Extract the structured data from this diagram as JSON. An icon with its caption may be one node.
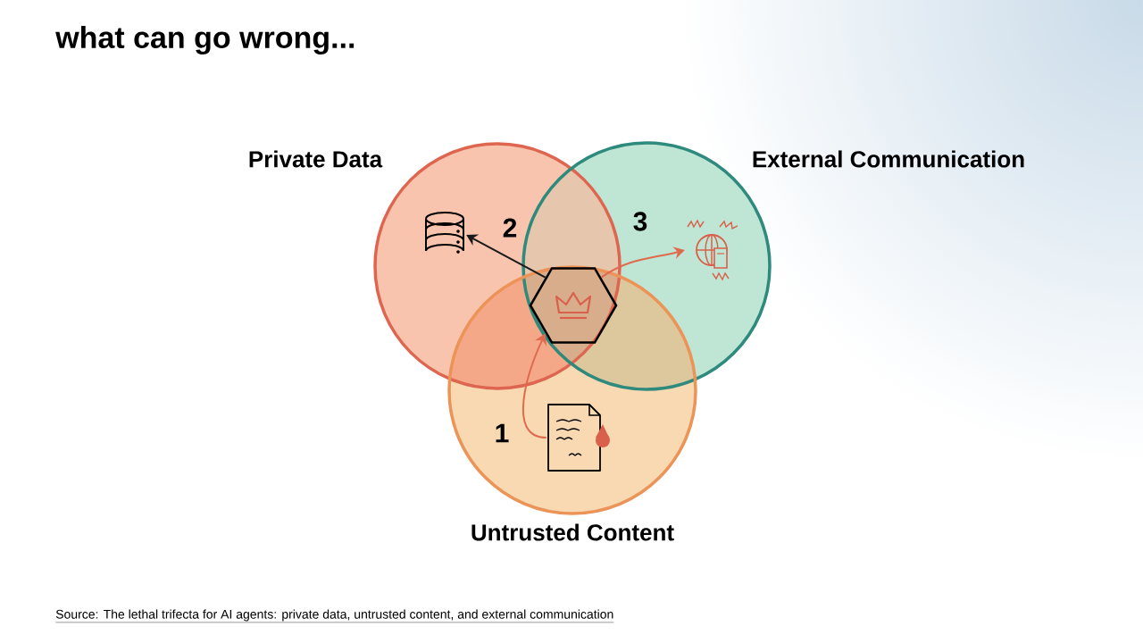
{
  "diagram": {
    "title": "what can go wrong...",
    "nodes": [
      {
        "text": [
          "Private Data"
        ]
      },
      {
        "text": [
          "External Communication"
        ]
      },
      {
        "text": [
          "Untrusted Content"
        ]
      },
      {
        "text": [],
        "shape": "hexagon"
      },
      {
        "text": [],
        "shape": "cylinder",
        "in": 0
      },
      {
        "text": [],
        "shape": "picture",
        "in": 1
      },
      {
        "text": [],
        "shape": "document",
        "in": 2
      }
    ],
    "edges": [
      {
        "from": 3,
        "to": 4,
        "arrow": "to",
        "label": "2",
        "color": "#1a1a1a"
      },
      {
        "from": 3,
        "to": 5,
        "arrow": "to",
        "label": "3",
        "color": "#e06a4e"
      },
      {
        "from": 6,
        "to": 3,
        "arrow": "to",
        "label": "1",
        "color": "#e06a4e"
      }
    ],
    "labels": [
      "Source: The lethal trifecta for AI agents: private data, untrusted content, and external communication"
    ]
  }
}
